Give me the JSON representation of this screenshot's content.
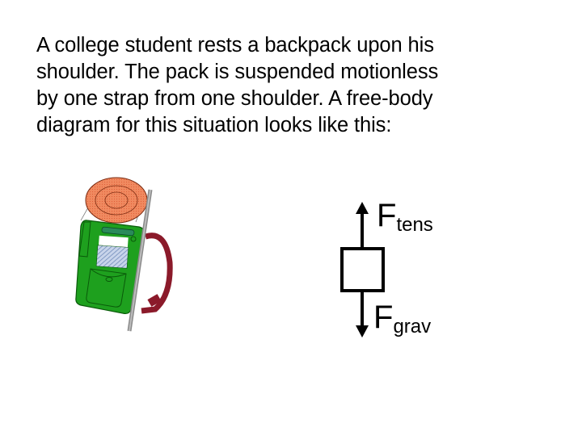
{
  "paragraph": {
    "lines": [
      "A college student rests a backpack upon his",
      "shoulder. The pack is suspended motionless",
      "by one strap from one shoulder. A free-body",
      "diagram for this situation looks like this:"
    ]
  },
  "illustration": {
    "name": "backpack-on-shoulder",
    "colors": {
      "head": "#f08a60",
      "pack": "#1ea01e",
      "strap": "#8b1a2a",
      "pole": "#a0a0a0",
      "window": "#b8c8e0"
    }
  },
  "free_body_diagram": {
    "up_force": {
      "symbol": "F",
      "subscript": "tens"
    },
    "down_force": {
      "symbol": "F",
      "subscript": "grav"
    }
  }
}
